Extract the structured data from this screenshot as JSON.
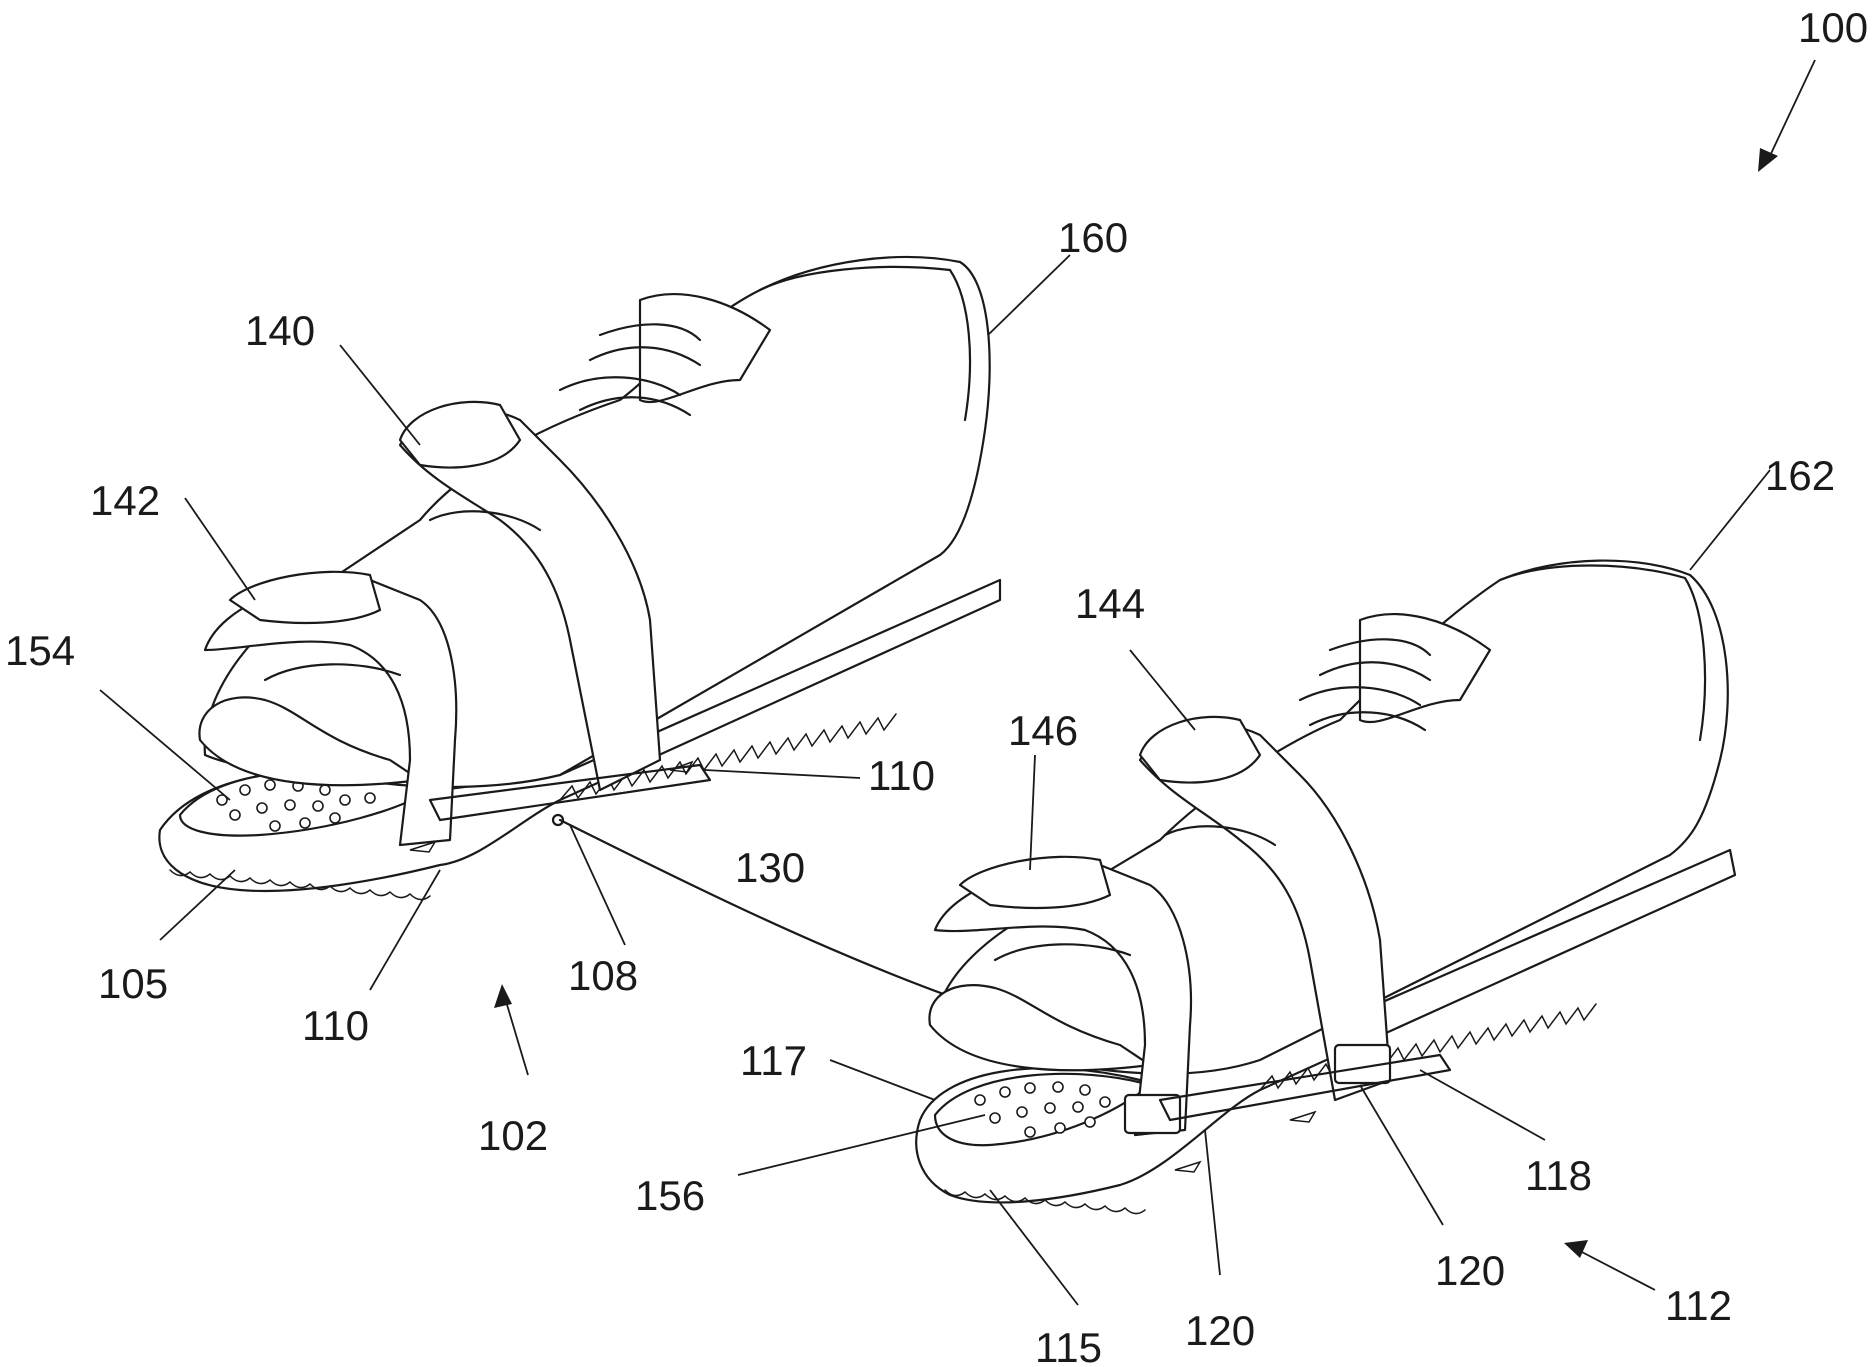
{
  "figure": {
    "title": "Patent figure - pair of shoes with strap-on tread soles connected by a tether",
    "labels": {
      "l100": "100",
      "l160": "160",
      "l140": "140",
      "l162": "162",
      "l142": "142",
      "l144": "144",
      "l154": "154",
      "l146": "146",
      "l110a": "110",
      "l130": "130",
      "l105": "105",
      "l108": "108",
      "l110b": "110",
      "l102": "102",
      "l117": "117",
      "l156": "156",
      "l118": "118",
      "l120a": "120",
      "l120b": "120",
      "l112": "112",
      "l115": "115"
    }
  }
}
